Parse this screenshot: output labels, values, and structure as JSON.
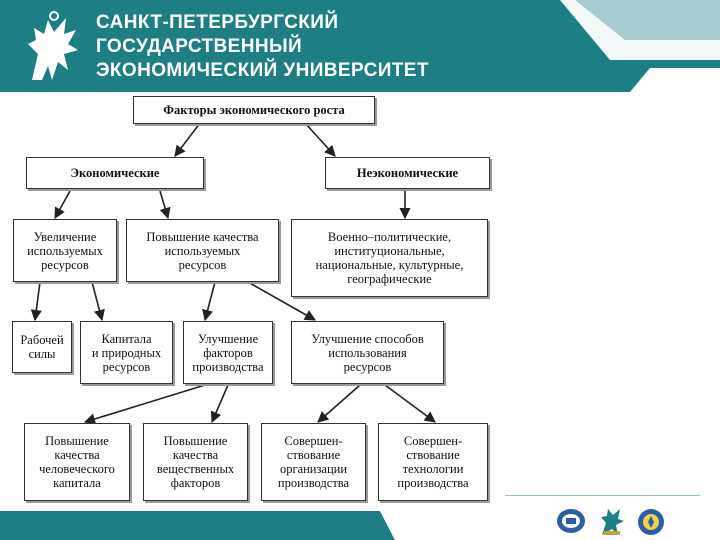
{
  "header": {
    "university_line1": "САНКТ-ПЕТЕРБУРГСКИЙ",
    "university_line2": "ГОСУДАРСТВЕННЫЙ",
    "university_line3": "ЭКОНОМИЧЕСКИЙ УНИВЕРСИТЕТ",
    "logo_icon": "griffin-icon"
  },
  "colors": {
    "brand_teal": "#1d7f84",
    "box_border": "#333333",
    "connector": "#222222"
  },
  "diagram": {
    "root": "Факторы экономического роста",
    "economic": "Экономические",
    "non_economic": "Неэкономические",
    "resource_increase": "Увеличение\nиспользуемых\nресурсов",
    "quality_increase": "Повышение качества\nиспользуемых\nресурсов",
    "non_economic_list": "Военно–политические,\nинституциональные,\nнациональные, культурные,\nгеографические",
    "labor": "Рабочей\nсилы",
    "capital_natural": "Капитала\nи природных\nресурсов",
    "production_factors": "Улучшение\nфакторов\nпроизводства",
    "usage_methods": "Улучшение способов\nиспользования\nресурсов",
    "human_capital": "Повышение\nкачества\nчеловеческого\nкапитала",
    "material_factors": "Повышение\nкачества\nвещественных\nфакторов",
    "organization": "Совершен-\nствование\nорганизации\nпроизводства",
    "technology": "Совершен-\nствование\nтехнологии\nпроизводства"
  },
  "footer": {
    "badges": [
      "seal-emblem-icon",
      "griffin-emblem-icon",
      "university-emblem-icon"
    ]
  }
}
